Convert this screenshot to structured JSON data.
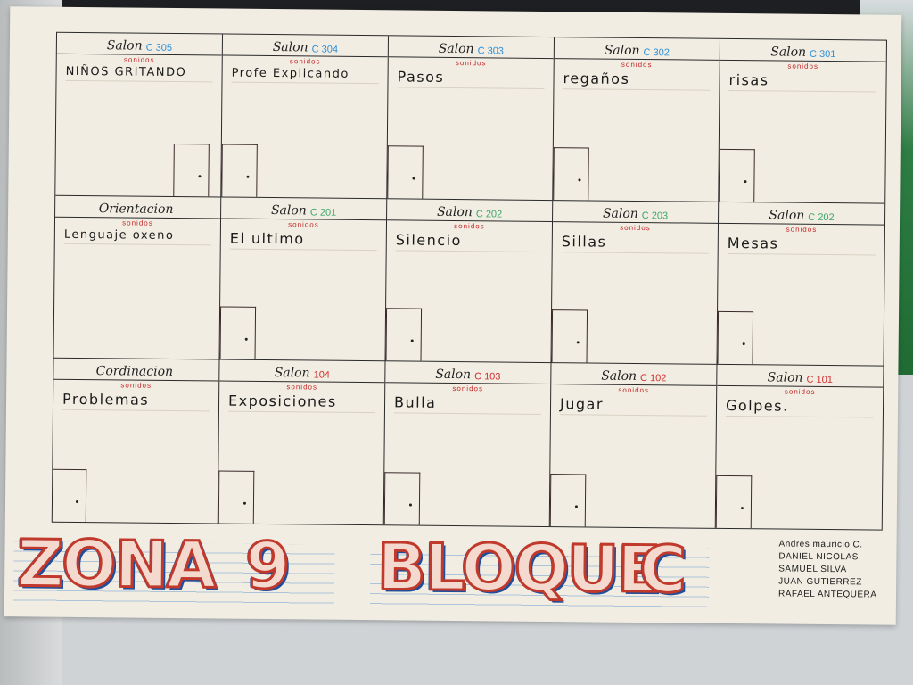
{
  "poster": {
    "rooms": [
      {
        "name": "Salon",
        "code": "C 305",
        "code_color": "#2f8fd6",
        "sub": "sonidos",
        "sound": "NIÑOS GRITANDO",
        "door": "right"
      },
      {
        "name": "Salon",
        "code": "C 304",
        "code_color": "#2f8fd6",
        "sub": "sonidos",
        "sound": "Profe Explicando",
        "door": "left"
      },
      {
        "name": "Salon",
        "code": "C 303",
        "code_color": "#2f8fd6",
        "sub": "sonidos",
        "sound": "Pasos",
        "door": "left"
      },
      {
        "name": "Salon",
        "code": "C 302",
        "code_color": "#2f8fd6",
        "sub": "sonidos",
        "sound": "regaños",
        "door": "left"
      },
      {
        "name": "Salon",
        "code": "C 301",
        "code_color": "#2f8fd6",
        "sub": "sonidos",
        "sound": "risas",
        "door": "left"
      },
      {
        "name": "Orientacion",
        "code": "",
        "code_color": "#222222",
        "sub": "sonidos",
        "sound": "Lenguaje oxeno",
        "door": "none"
      },
      {
        "name": "Salon",
        "code": "C 201",
        "code_color": "#3aa66a",
        "sub": "sonidos",
        "sound": "El ultimo",
        "door": "left"
      },
      {
        "name": "Salon",
        "code": "C 202",
        "code_color": "#3aa66a",
        "sub": "sonidos",
        "sound": "Silencio",
        "door": "left"
      },
      {
        "name": "Salon",
        "code": "C 203",
        "code_color": "#3aa66a",
        "sub": "sonidos",
        "sound": "Sillas",
        "door": "left"
      },
      {
        "name": "Salon",
        "code": "C 202",
        "code_color": "#3aa66a",
        "sub": "sonidos",
        "sound": "Mesas",
        "door": "left"
      },
      {
        "name": "Cordinacion",
        "code": "",
        "code_color": "#222222",
        "sub": "sonidos",
        "sound": "Problemas",
        "door": "left-edge"
      },
      {
        "name": "Salon",
        "code": "104",
        "code_color": "#d32f2f",
        "sub": "sonidos",
        "sound": "Exposiciones",
        "door": "left"
      },
      {
        "name": "Salon",
        "code": "C 103",
        "code_color": "#d32f2f",
        "sub": "sonidos",
        "sound": "Bulla",
        "door": "left"
      },
      {
        "name": "Salon",
        "code": "C 102",
        "code_color": "#d32f2f",
        "sub": "sonidos",
        "sound": "Jugar",
        "door": "left"
      },
      {
        "name": "Salon",
        "code": "C 101",
        "code_color": "#d32f2f",
        "sub": "sonidos",
        "sound": "Golpes.",
        "door": "left"
      }
    ],
    "banner": {
      "zona": "ZONA",
      "numero": "9",
      "bloque": "BLOQUE",
      "letra": "C"
    },
    "credits": [
      "Andres mauricio C.",
      "DANIEL NICOLAS",
      "SAMUEL SILVA",
      "JUAN GUTIERREZ",
      "RAFAEL ANTEQUERA"
    ]
  }
}
